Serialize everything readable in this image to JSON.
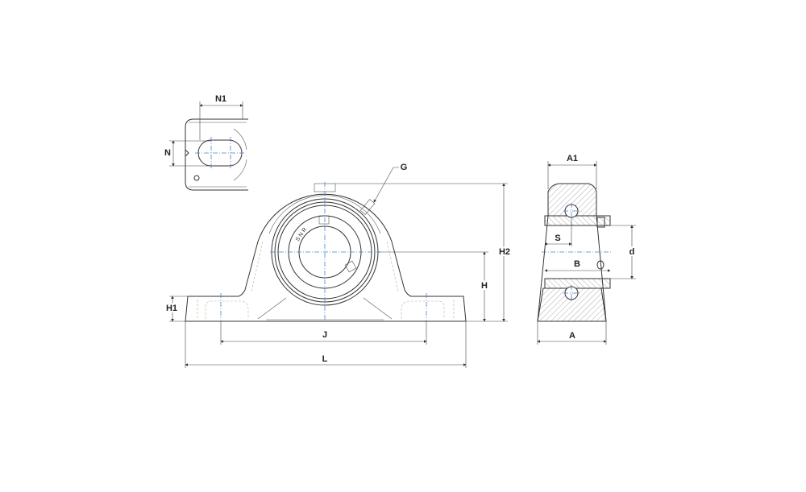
{
  "drawing": {
    "labels": {
      "N1": "N1",
      "N": "N",
      "G": "G",
      "H2": "H2",
      "H": "H",
      "H1": "H1",
      "J": "J",
      "L": "L",
      "A1": "A1",
      "S": "S",
      "B": "B",
      "d": "d",
      "A": "A"
    },
    "bearing_marking": "S N R",
    "colors": {
      "line": "#333333",
      "centerline": "#4a7fd0",
      "hidden": "#b8b08a"
    }
  }
}
